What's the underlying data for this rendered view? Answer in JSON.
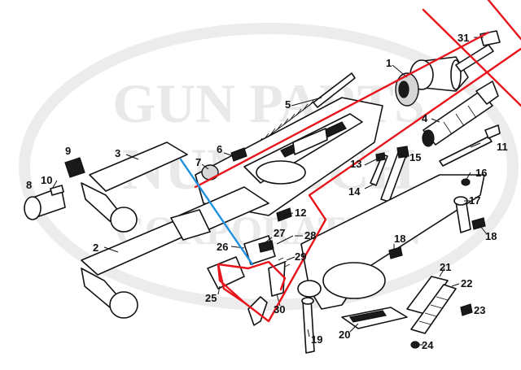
{
  "watermark": {
    "line1": "GUN PARTS",
    "line2": "NUMRICH",
    "line3": "CORPORATION"
  },
  "callouts": {
    "p1": "1",
    "p2": "2",
    "p3": "3",
    "p4": "4",
    "p5": "5",
    "p6": "6",
    "p7": "7",
    "p8": "8",
    "p9": "9",
    "p10": "10",
    "p11": "11",
    "p12": "12",
    "p13": "13",
    "p14": "14",
    "p15": "15",
    "p16": "16",
    "p17": "17",
    "p18a": "18",
    "p18b": "18",
    "p19": "19",
    "p20": "20",
    "p21": "21",
    "p22": "22",
    "p23": "23",
    "p24": "24",
    "p25": "25",
    "p26": "26",
    "p27": "27",
    "p28": "28",
    "p29": "29",
    "p30": "30",
    "p31": "31"
  },
  "markup_colors": {
    "red": "#e8141b",
    "blue": "#1e90e0"
  }
}
